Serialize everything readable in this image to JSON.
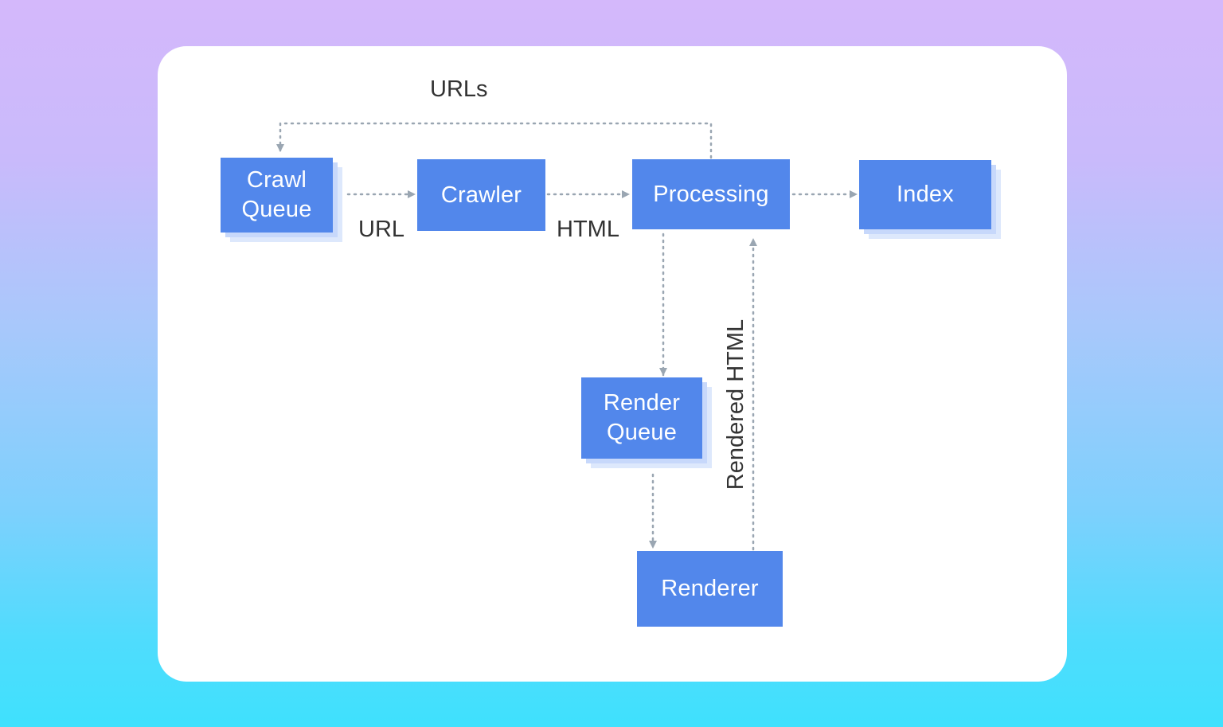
{
  "nodes": {
    "crawl_queue": "Crawl\nQueue",
    "crawler": "Crawler",
    "processing": "Processing",
    "index": "Index",
    "render_queue": "Render\nQueue",
    "renderer": "Renderer"
  },
  "edge_labels": {
    "urls": "URLs",
    "url": "URL",
    "html": "HTML",
    "rendered_html": "Rendered HTML"
  },
  "colors": {
    "node_fill": "#5287eb",
    "node_text": "#ffffff",
    "connector": "#9aa6b2",
    "label_text": "#333333"
  }
}
